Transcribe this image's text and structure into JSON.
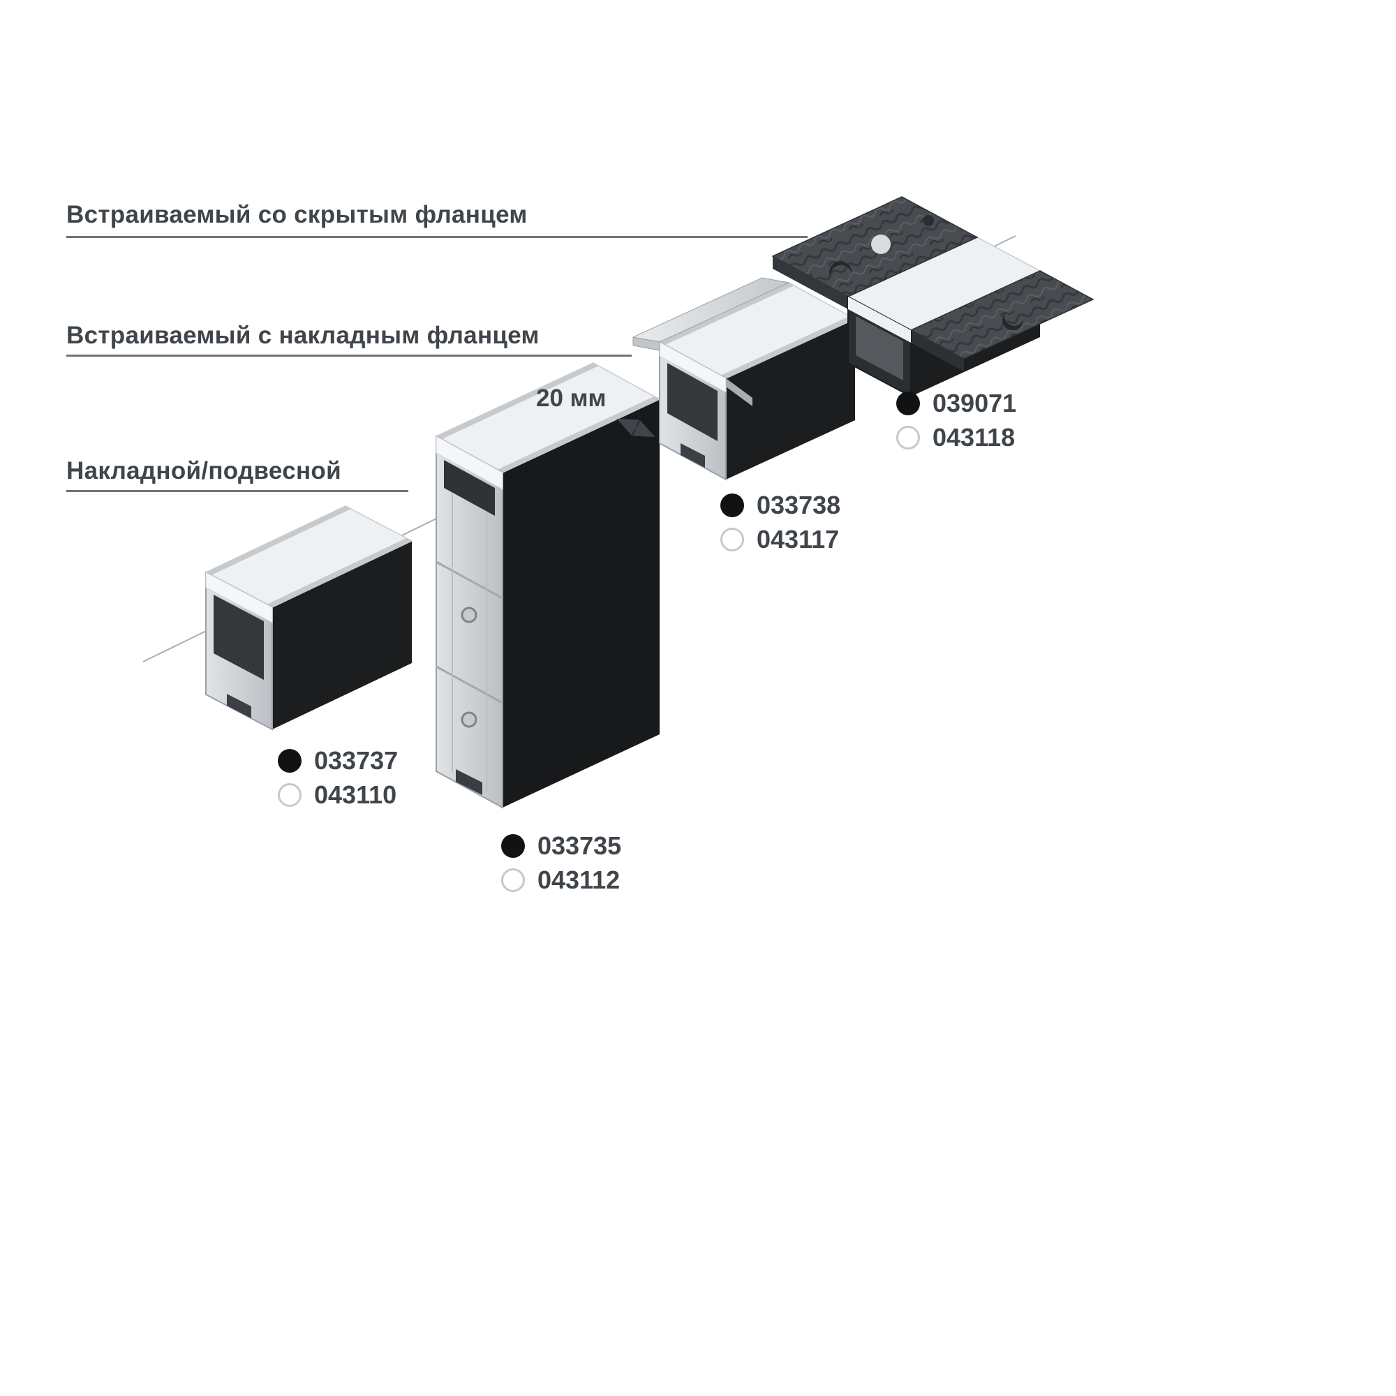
{
  "labels": {
    "recessed_hidden_flange": "Встраиваемый со скрытым фланцем",
    "recessed_surface_flange": "Встраиваемый с накладным фланцем",
    "surface_suspended": "Накладной/подвесной",
    "gap_dimension": "20 мм"
  },
  "products": [
    {
      "name": "surface-compact-profile",
      "black_code": "033737",
      "white_code": "043110"
    },
    {
      "name": "surface-tall-profile",
      "black_code": "033735",
      "white_code": "043112"
    },
    {
      "name": "recessed-surface-flange-profile",
      "black_code": "033738",
      "white_code": "043117"
    },
    {
      "name": "recessed-hidden-flange-profile",
      "black_code": "039071",
      "white_code": "043118"
    }
  ],
  "swatches": {
    "black": "#111214",
    "white": "#ffffff",
    "white_border": "#c5c9cd"
  },
  "colors": {
    "label_text": "#3f454a",
    "leader_line": "#6e7377",
    "axis_line": "#a9aeb3",
    "profile_black": "#1a1c1e",
    "aluminum": "#ced2d6",
    "diffuser": "#eef1f3",
    "ceiling_panel": "#484c50"
  }
}
